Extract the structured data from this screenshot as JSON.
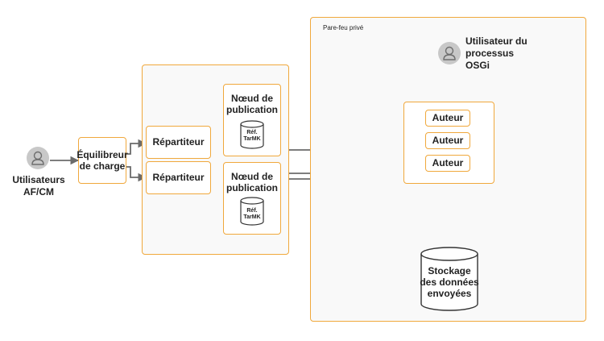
{
  "users": {
    "left_line1": "Utilisateurs",
    "left_line2": "AF/CM",
    "osgi_line1": "Utilisateur du",
    "osgi_line2": "processus",
    "osgi_line3": "OSGi"
  },
  "load_balancer": {
    "line1": "Équilibreur",
    "line2": "de charge"
  },
  "dispatchers": [
    "Répartiteur",
    "Répartiteur"
  ],
  "publish_nodes": [
    {
      "line1": "Nœud de",
      "line2": "publication",
      "db_line1": "Réf.",
      "db_line2": "TarMK"
    },
    {
      "line1": "Nœud de",
      "line2": "publication",
      "db_line1": "Réf.",
      "db_line2": "TarMK"
    }
  ],
  "firewall": {
    "label": "Pare-feu privé"
  },
  "authors": [
    "Auteur",
    "Auteur",
    "Auteur"
  ],
  "storage": {
    "line1": "Stockage",
    "line2": "des données",
    "line3": "envoyées"
  },
  "colors": {
    "border": "#f0a83c",
    "connector": "#6b6b6b",
    "user_icon": "#c8c8c8",
    "panel": "#f9f9f9"
  }
}
